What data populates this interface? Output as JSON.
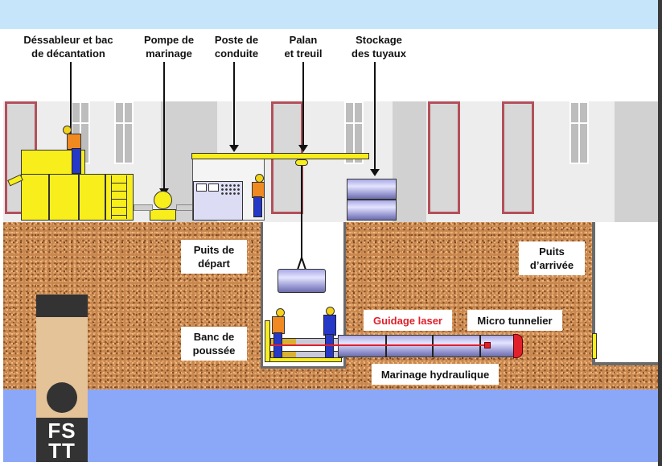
{
  "diagram": {
    "title": "Microtunnelier worksite cross-section",
    "surface_labels": [
      {
        "id": "dessableur",
        "line1": "Déssableur et bac",
        "line2": "de décantation"
      },
      {
        "id": "pompe",
        "line1": "Pompe de",
        "line2": "marinage"
      },
      {
        "id": "poste",
        "line1": "Poste de",
        "line2": "conduite"
      },
      {
        "id": "palan",
        "line1": "Palan",
        "line2": "et treuil"
      },
      {
        "id": "stockage",
        "line1": "Stockage",
        "line2": "des tuyaux"
      }
    ],
    "underground_labels": {
      "puits_depart": {
        "line1": "Puits de",
        "line2": "départ"
      },
      "banc_poussee": {
        "line1": "Banc de",
        "line2": "poussée"
      },
      "guidage_laser": "Guidage laser",
      "micro_tunnelier": "Micro tunnelier",
      "marinage_hydraulique": "Marinage hydraulique",
      "puits_arrivee": {
        "line1": "Puits",
        "line2": "d’arrivée"
      }
    },
    "logo": {
      "line1": "FS",
      "line2": "TT"
    },
    "colors": {
      "sky_band": "#c6e5fa",
      "soil": "#c8874f",
      "water": "#8ba8f8",
      "equipment_yellow": "#f7ee1c",
      "pipe_blue": "#a9a9e6",
      "laser_red": "#e0202a",
      "logo_dark": "#333333",
      "logo_tan": "#e3c397"
    }
  }
}
